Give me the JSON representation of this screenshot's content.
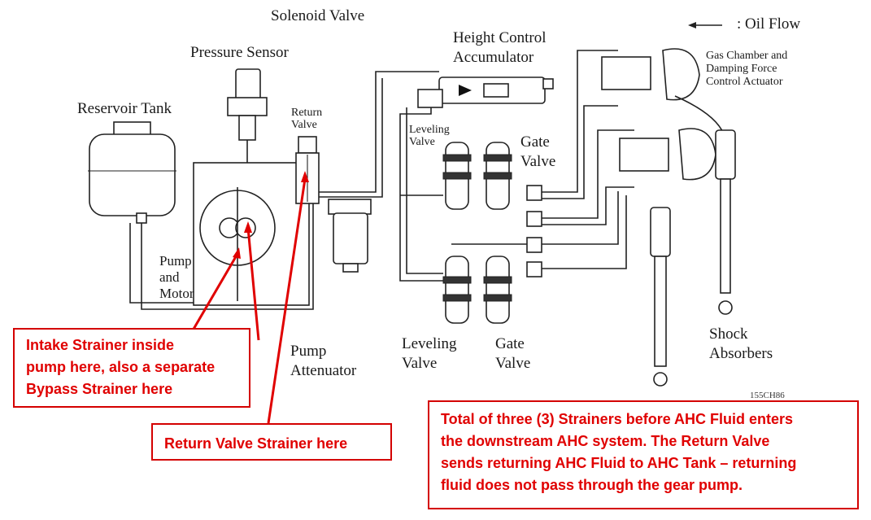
{
  "diagram": {
    "title_code": "155CH86",
    "legend": {
      "arrow_icon": "left-arrow",
      "label": ": Oil Flow"
    },
    "labels": {
      "solenoid_valve": "Solenoid Valve",
      "height_control_accumulator_1": "Height Control",
      "height_control_accumulator_2": "Accumulator",
      "pressure_sensor": "Pressure Sensor",
      "reservoir_tank": "Reservoir Tank",
      "return_valve_1": "Return",
      "return_valve_2": "Valve",
      "leveling_valve_small_1": "Leveling",
      "leveling_valve_small_2": "Valve",
      "gate_valve_top_1": "Gate",
      "gate_valve_top_2": "Valve",
      "gas_chamber_1": "Gas Chamber and",
      "gas_chamber_2": "Damping Force",
      "gas_chamber_3": "Control Actuator",
      "pump_motor_1": "Pump",
      "pump_motor_2": "and",
      "pump_motor_3": "Motor",
      "pump_attenuator_1": "Pump",
      "pump_attenuator_2": "Attenuator",
      "leveling_valve_bottom_1": "Leveling",
      "leveling_valve_bottom_2": "Valve",
      "gate_valve_bottom_1": "Gate",
      "gate_valve_bottom_2": "Valve",
      "shock_absorbers_1": "Shock",
      "shock_absorbers_2": "Absorbers"
    }
  },
  "annotations": {
    "intake_strainer": [
      "Intake Strainer inside",
      "pump here, also a separate",
      "Bypass Strainer here"
    ],
    "return_valve_strainer": [
      "Return Valve Strainer here"
    ],
    "summary": [
      "Total of three (3) Strainers before AHC Fluid enters",
      "the downstream AHC system.  The Return Valve",
      "sends returning AHC Fluid to AHC Tank – returning",
      "fluid does not pass through the gear pump."
    ],
    "accent_color": "#e00000"
  }
}
